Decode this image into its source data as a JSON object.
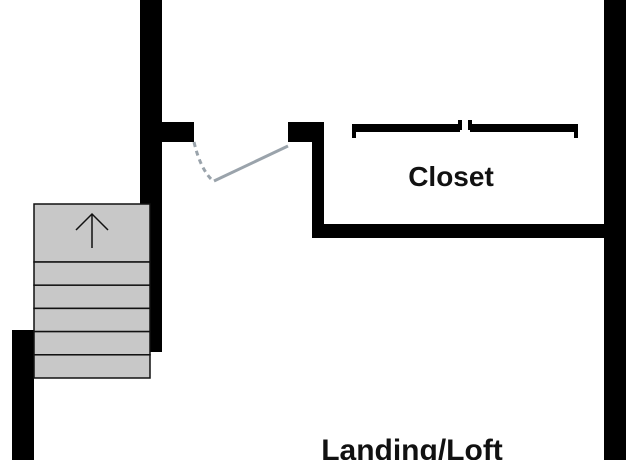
{
  "rooms": {
    "closet": {
      "label": "Closet"
    },
    "landing": {
      "label": "Landing/Loft"
    }
  },
  "stairs": {
    "direction_icon": "arrow-up-icon",
    "tread_count": 5
  },
  "colors": {
    "wall": "#000000",
    "stair_fill": "#c8c8c8",
    "door_swing": "#9aa3ab",
    "background": "#ffffff"
  }
}
